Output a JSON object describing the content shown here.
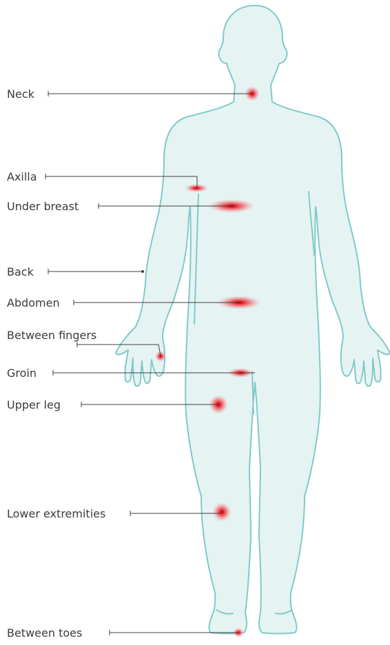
{
  "colors": {
    "body_fill": "#e5f3f2",
    "body_outline": "#7fcaca",
    "hotspot": "#e8202a",
    "leader_line": "#3f3f3f",
    "label_text": "#3a3a3a"
  },
  "labels": {
    "neck": "Neck",
    "axilla": "Axilla",
    "under_breast": "Under breast",
    "back": "Back",
    "abdomen": "Abdomen",
    "between_fingers": "Between fingers",
    "groin": "Groin",
    "upper_leg": "Upper leg",
    "lower_extremities": "Lower extremities",
    "between_toes": "Between toes"
  }
}
